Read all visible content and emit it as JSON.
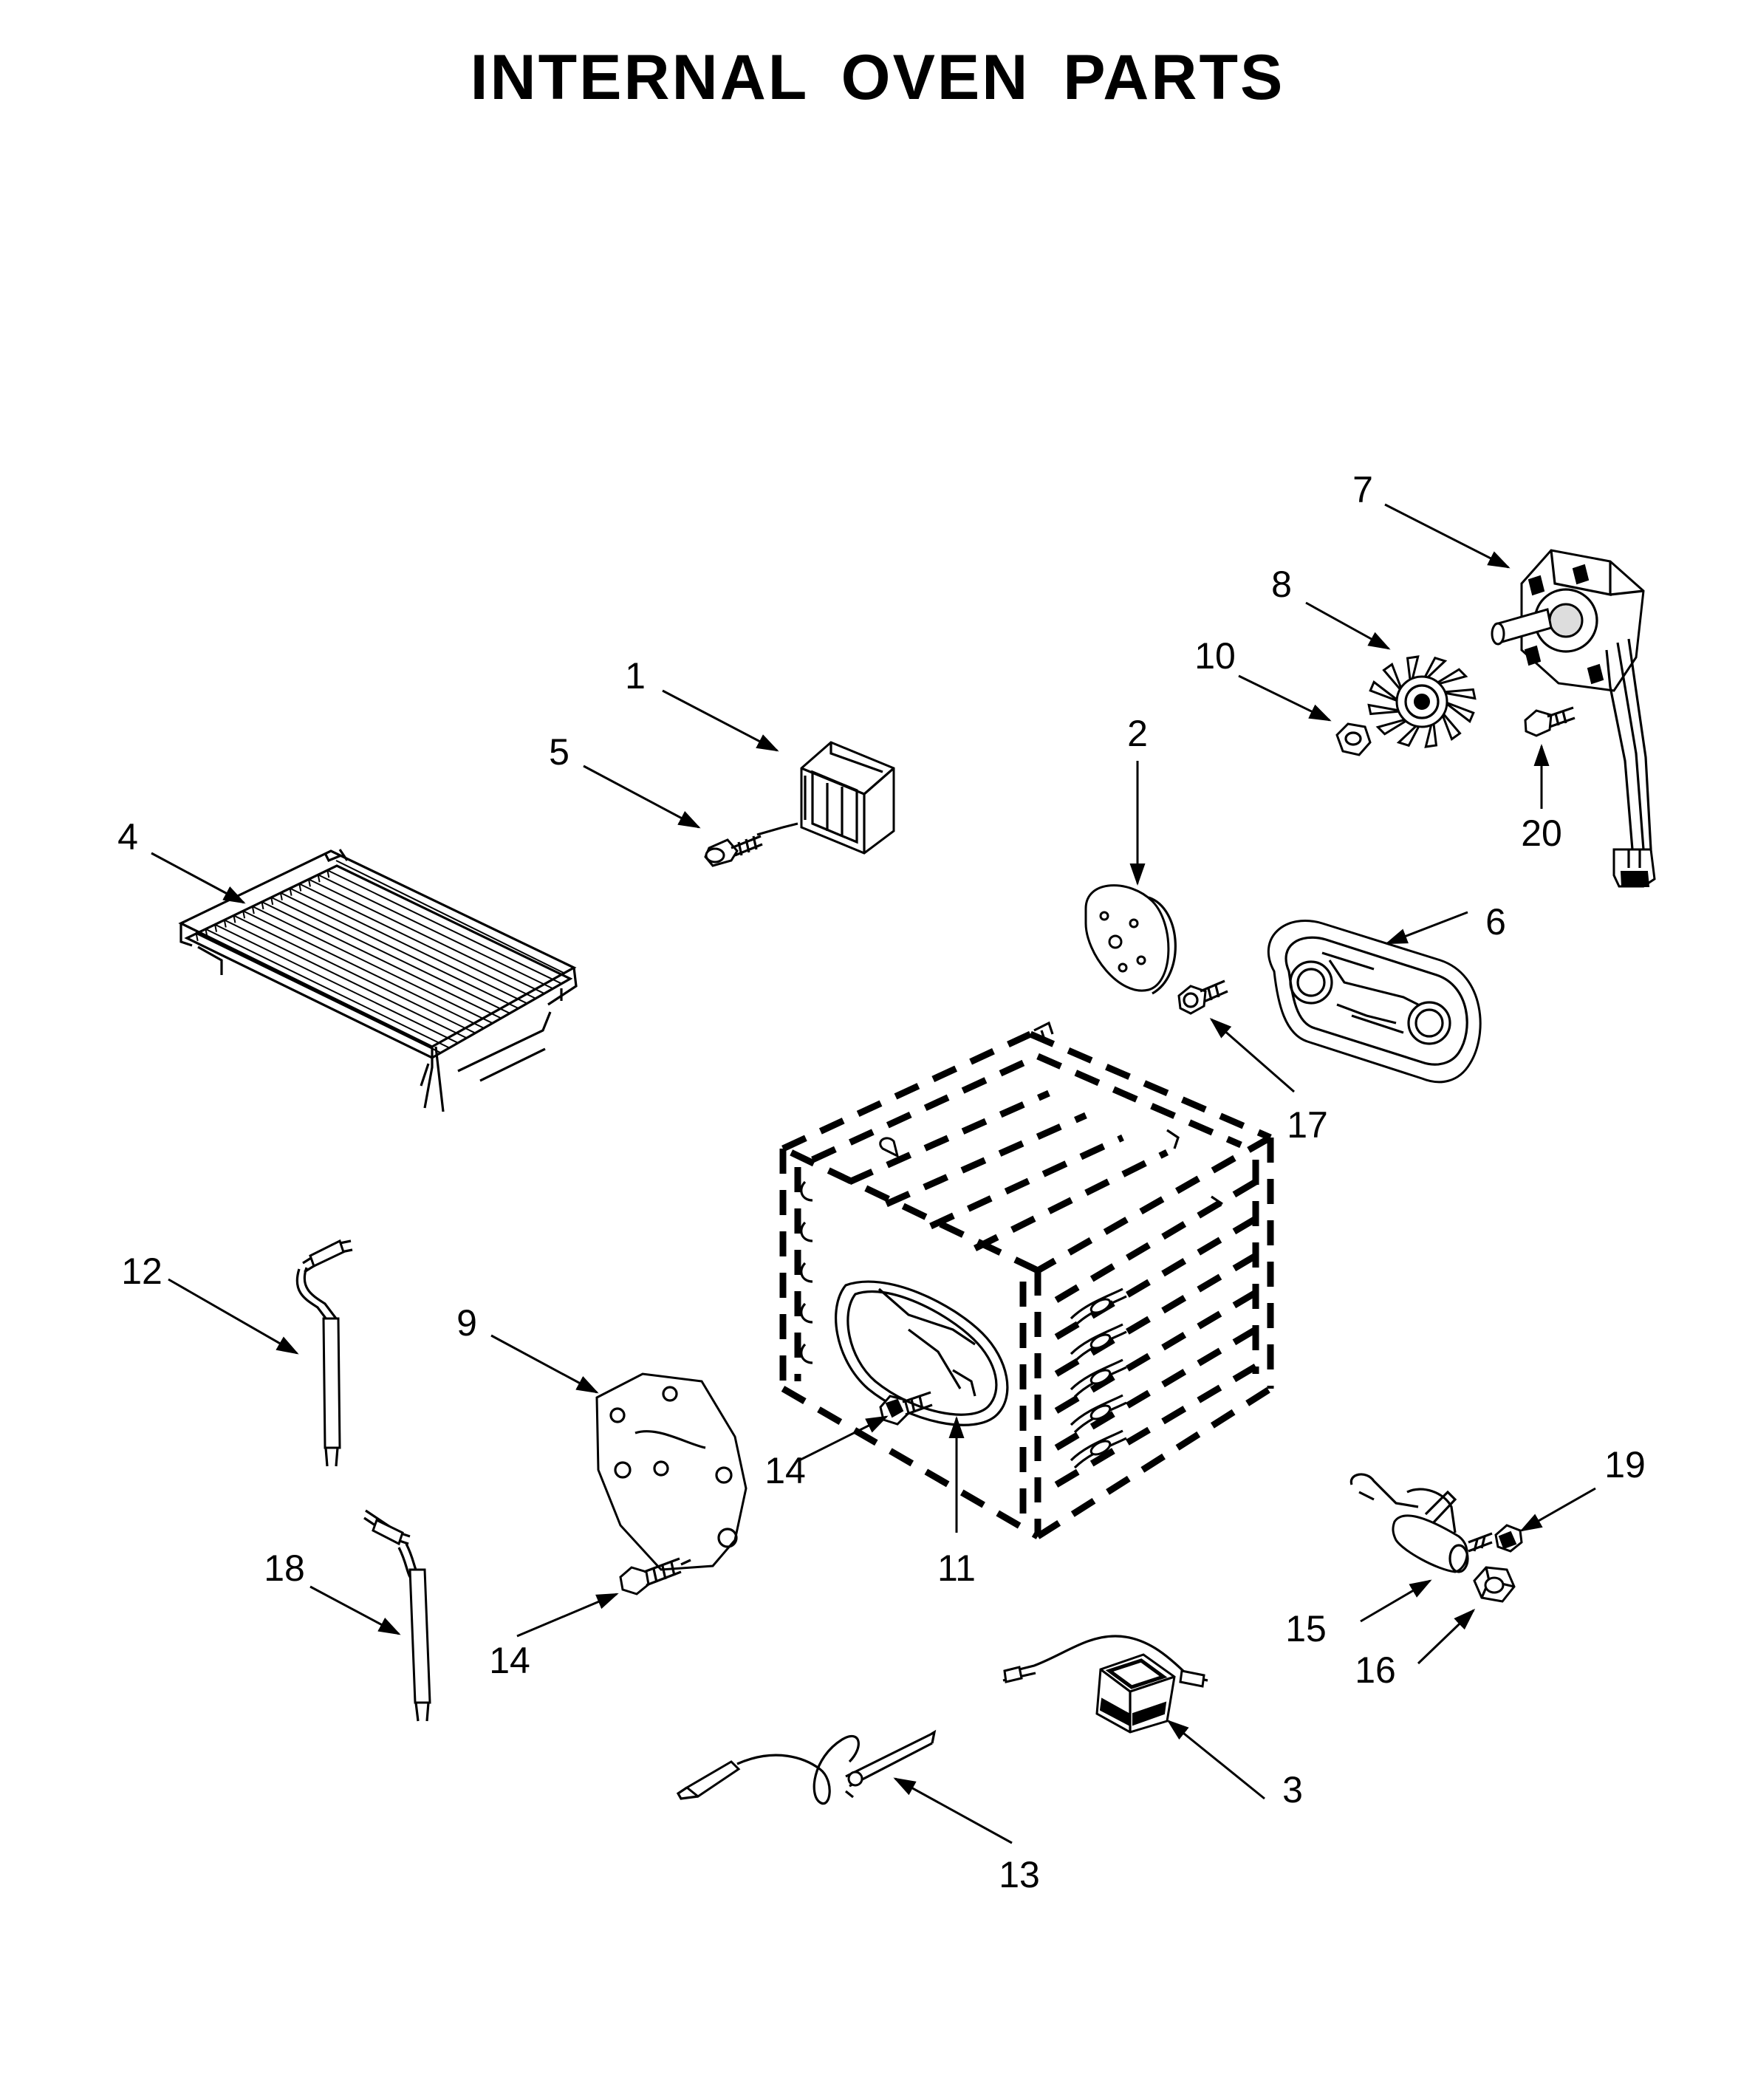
{
  "title": "INTERNAL OVEN PARTS",
  "callouts": [
    {
      "id": "c1",
      "label": "1"
    },
    {
      "id": "c2",
      "label": "2"
    },
    {
      "id": "c3",
      "label": "3"
    },
    {
      "id": "c4",
      "label": "4"
    },
    {
      "id": "c5",
      "label": "5"
    },
    {
      "id": "c6",
      "label": "6"
    },
    {
      "id": "c7",
      "label": "7"
    },
    {
      "id": "c8",
      "label": "8"
    },
    {
      "id": "c9",
      "label": "9"
    },
    {
      "id": "c10",
      "label": "10"
    },
    {
      "id": "c11",
      "label": "11"
    },
    {
      "id": "c12",
      "label": "12"
    },
    {
      "id": "c13",
      "label": "13"
    },
    {
      "id": "c14a",
      "label": "14"
    },
    {
      "id": "c14b",
      "label": "14"
    },
    {
      "id": "c15",
      "label": "15"
    },
    {
      "id": "c16",
      "label": "16"
    },
    {
      "id": "c17",
      "label": "17"
    },
    {
      "id": "c18",
      "label": "18"
    },
    {
      "id": "c19",
      "label": "19"
    },
    {
      "id": "c20",
      "label": "20"
    }
  ]
}
